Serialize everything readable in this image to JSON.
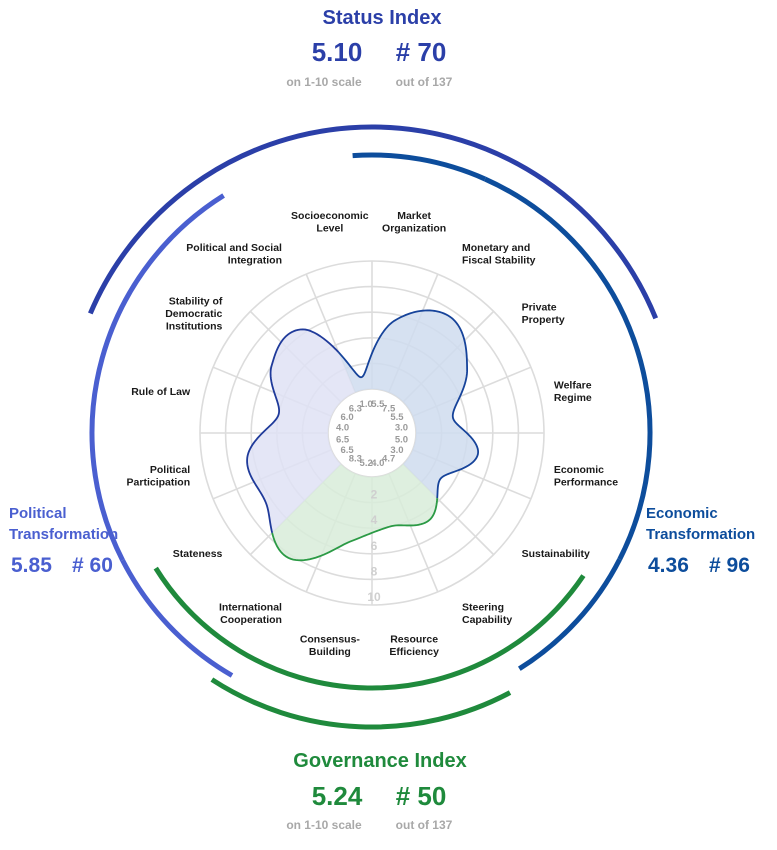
{
  "status_index": {
    "title": "Status Index",
    "score": "5.10",
    "rank": "# 70",
    "score_note": "on 1-10 scale",
    "rank_note": "out of 137",
    "color": "#2b3fa8"
  },
  "governance_index": {
    "title": "Governance Index",
    "score": "5.24",
    "rank": "# 50",
    "score_note": "on 1-10 scale",
    "rank_note": "out of 137",
    "color": "#1f8a3c"
  },
  "political_transformation": {
    "title_line1": "Political",
    "title_line2": "Transformation",
    "score": "5.85",
    "rank": "# 60",
    "color": "#4a5fd0"
  },
  "economic_transformation": {
    "title_line1": "Economic",
    "title_line2": "Transformation",
    "score": "4.36",
    "rank": "# 96",
    "color": "#0d4d9c"
  },
  "chart_data": {
    "type": "radar",
    "rlim": [
      0,
      10
    ],
    "scale_ticks": [
      "2",
      "4",
      "6",
      "8",
      "10"
    ],
    "grid": true,
    "groups": [
      {
        "key": "economic",
        "fill": "#cfdcef",
        "stroke": "#16439a"
      },
      {
        "key": "governance",
        "fill": "#d8ecd9",
        "stroke": "#2b9a45"
      },
      {
        "key": "political",
        "fill": "#dfe2f5",
        "stroke": "#1f3a9a"
      }
    ],
    "categories": [
      {
        "lines": [
          "Market",
          "Organization"
        ],
        "value": 5.5,
        "label": "5.5",
        "group": "economic"
      },
      {
        "lines": [
          "Monetary and",
          "Fiscal Stability"
        ],
        "value": 7.5,
        "label": "7.5",
        "group": "economic"
      },
      {
        "lines": [
          "Private",
          "Property"
        ],
        "value": 5.5,
        "label": "5.5",
        "group": "economic"
      },
      {
        "lines": [
          "Welfare",
          "Regime"
        ],
        "value": 3.0,
        "label": "3.0",
        "group": "economic"
      },
      {
        "lines": [
          "Economic",
          "Performance"
        ],
        "value": 5.0,
        "label": "5.0",
        "group": "economic"
      },
      {
        "lines": [
          "Sustainability"
        ],
        "value": 3.0,
        "label": "3.0",
        "group": "economic"
      },
      {
        "lines": [
          "Steering",
          "Capability"
        ],
        "value": 4.7,
        "label": "4.7",
        "group": "governance"
      },
      {
        "lines": [
          "Resource",
          "Efficiency"
        ],
        "value": 4.0,
        "label": "4.0",
        "group": "governance"
      },
      {
        "lines": [
          "Consensus-",
          "Building"
        ],
        "value": 5.2,
        "label": "5.2",
        "group": "governance"
      },
      {
        "lines": [
          "International",
          "Cooperation"
        ],
        "value": 8.3,
        "label": "8.3",
        "group": "governance"
      },
      {
        "lines": [
          "Stateness"
        ],
        "value": 6.5,
        "label": "6.5",
        "group": "political"
      },
      {
        "lines": [
          "Political",
          "Participation"
        ],
        "value": 6.5,
        "label": "6.5",
        "group": "political"
      },
      {
        "lines": [
          "Rule of Law"
        ],
        "value": 4.0,
        "label": "4.0",
        "group": "political"
      },
      {
        "lines": [
          "Stability of",
          "Democratic",
          "Institutions"
        ],
        "value": 6.0,
        "label": "6.0",
        "group": "political"
      },
      {
        "lines": [
          "Political and Social",
          "Integration"
        ],
        "value": 6.3,
        "label": "6.3",
        "group": "political"
      },
      {
        "lines": [
          "Socioeconomic",
          "Level"
        ],
        "value": 1.0,
        "label": "1.0",
        "group": "economic"
      }
    ]
  }
}
